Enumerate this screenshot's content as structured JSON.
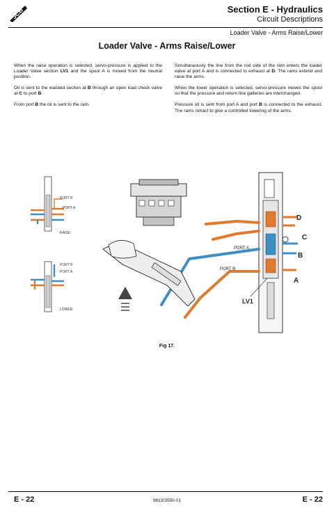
{
  "header": {
    "brand": "JCB",
    "section_title": "Section E - Hydraulics",
    "section_subtitle": "Circuit Descriptions",
    "page_subtitle": "Loader Valve - Arms Raise/Lower"
  },
  "heading": "Loader Valve - Arms Raise/Lower",
  "left_column": [
    [
      {
        "t": "When the raise operation is selected, servo-pressure is applied to the Loader Valve section "
      },
      {
        "t": "LV1",
        "b": true
      },
      {
        "t": " and the spool A is moved from the neutral position."
      }
    ],
    [
      {
        "t": "Oil is sent to the waisted section at "
      },
      {
        "t": "B",
        "b": true
      },
      {
        "t": " through an open load check valve at "
      },
      {
        "t": "C",
        "b": true
      },
      {
        "t": " to port "
      },
      {
        "t": "B",
        "b": true
      },
      {
        "t": "."
      }
    ],
    [
      {
        "t": "From port "
      },
      {
        "t": "B",
        "b": true
      },
      {
        "t": " the oil is sent to the ram."
      }
    ]
  ],
  "right_column": [
    [
      {
        "t": "Simultaneously the line from the rod side of the ram enters the loader valve at port A and is connected to exhaust at "
      },
      {
        "t": "D",
        "b": true
      },
      {
        "t": ". The rams extend and raise the arms."
      }
    ],
    [
      {
        "t": "When the lower operation is selected, servo-pressure moves the spool so that the pressure and return line galleries are interchanged."
      }
    ],
    [
      {
        "t": "Pressure oil is sent from port A and port "
      },
      {
        "t": "B",
        "b": true
      },
      {
        "t": " is connected to the exhaust. The rams retract to give a controlled lowering of the arms."
      }
    ]
  ],
  "diagram_labels": {
    "raise_port_b": "PORT B",
    "raise_port_a": "PORT A",
    "raise_caption": "RAISE",
    "lower_port_b": "PORT B",
    "lower_port_a": "PORT A",
    "lower_caption": "LOWER",
    "main_port_a": "PORT A",
    "main_port_b": "PORT B",
    "letter_d": "D",
    "letter_c": "C",
    "letter_b": "B",
    "letter_a": "A",
    "lv1": "LV1"
  },
  "colors": {
    "pressure": "#e07a2e",
    "return": "#3c8fc0",
    "outline": "#333333"
  },
  "figure_caption": "Fig 17.",
  "footer": {
    "page_left": "E - 22",
    "doc_number": "9813/3550-01",
    "page_right": "E - 22"
  }
}
